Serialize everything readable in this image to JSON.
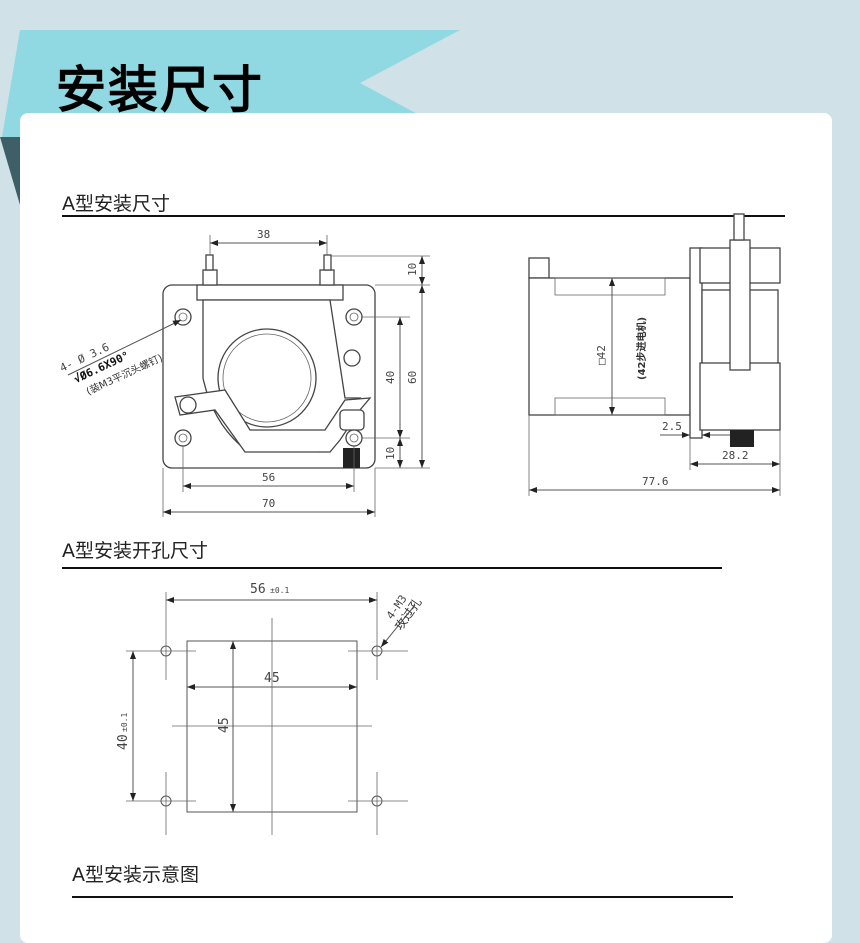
{
  "header": {
    "title": "安装尺寸",
    "banner_color": "#90d8e2",
    "background": "#d0e2e8"
  },
  "sections": [
    {
      "heading": "A型安装尺寸"
    },
    {
      "heading": "A型安装开孔尺寸"
    },
    {
      "heading": "A型安装示意图"
    }
  ],
  "front_view": {
    "dim_top": "38",
    "dim_nipple": "10",
    "dim_height": "60",
    "dim_hole_v": "40",
    "dim_bottom_offset": "10",
    "dim_hole_h": "56",
    "dim_width": "70",
    "callout_line1": "4- Ø 3.6",
    "callout_line2": "√Ø6.6X90°",
    "callout_line3": "(装M3平沉头螺钉)"
  },
  "side_view": {
    "motor_size": "□42",
    "motor_label": "(42步进电机)",
    "dim_plate": "2.5",
    "dim_head": "28.2",
    "dim_total": "77.6"
  },
  "cutout": {
    "dim_h": "56",
    "dim_h_tol": "±0.1",
    "dim_v": "40",
    "dim_v_tol": "±0.1",
    "dim_inner_h": "45",
    "dim_inner_v": "45",
    "callout_line1": "4-M3",
    "callout_line2": "攻过孔"
  }
}
